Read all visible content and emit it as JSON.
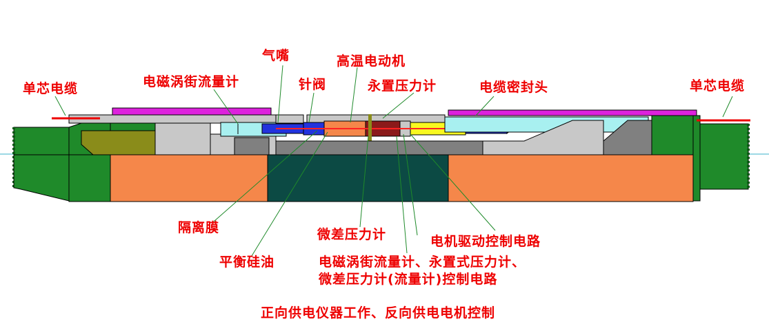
{
  "labels": {
    "cable_left": "单芯电缆",
    "cable_right": "单芯电缆",
    "em_flowmeter": "电磁涡街流量计",
    "air_nozzle": "气嘴",
    "needle_valve": "针阀",
    "motor": "高温电动机",
    "perm_gauge": "永置压力计",
    "cable_seal": "电缆密封头",
    "diaphragm": "隔离膜",
    "balance_oil": "平衡硅油",
    "diff_gauge": "微差压力计",
    "motor_drive": "电机驱动控制电路",
    "control_line1": "电磁涡街流量计、永置式压力计、",
    "control_line2": "微差压力计(流量计)控制电路"
  },
  "caption": "正向供电仪器工作、反向供电电机控制",
  "colors": {
    "label_red": "#ee0000",
    "green": "#1f8a2a",
    "magenta": "#dd22dd",
    "orange": "#f5874a",
    "teal": "#0c4a44",
    "gray": "#808080",
    "light_gray": "#c8c8c8",
    "olive": "#8a8c1a",
    "cyan": "#a8f0f0",
    "blue": "#2233dd",
    "yellow": "#f8f820",
    "maroon": "#8b1a1a"
  }
}
